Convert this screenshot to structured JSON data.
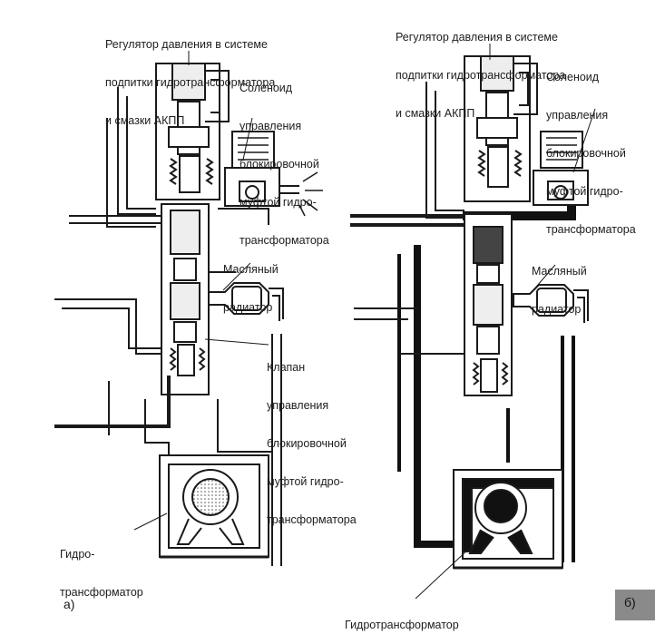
{
  "panel_a": {
    "letter": "а)",
    "pressure_regulator": [
      "Регулятор давления в системе",
      "подпитки гидротрансформатора",
      "и смазки АКПП"
    ],
    "solenoid": [
      "Соленоид",
      "управления",
      "блокировочной",
      "муфтой гидро-",
      "трансформатора"
    ],
    "oil_cooler": [
      "Масляный",
      "радиатор"
    ],
    "lockup_valve": [
      "Клапан",
      "управления",
      "блокировочной",
      "муфтой гидро-",
      "трансформатора"
    ],
    "torque_converter": [
      "Гидро-",
      "трансформатор"
    ]
  },
  "panel_b": {
    "letter": "б)",
    "pressure_regulator": [
      "Регулятор давления в системе",
      "подпитки гидротрансформатора",
      "и смазки АКПП"
    ],
    "solenoid": [
      "Соленоид",
      "управления",
      "блокировочной",
      "муфтой гидро-",
      "трансформатора"
    ],
    "oil_cooler": [
      "Масляный",
      "радиатор"
    ],
    "torque_converter": [
      "Гидротрансформатор"
    ]
  }
}
